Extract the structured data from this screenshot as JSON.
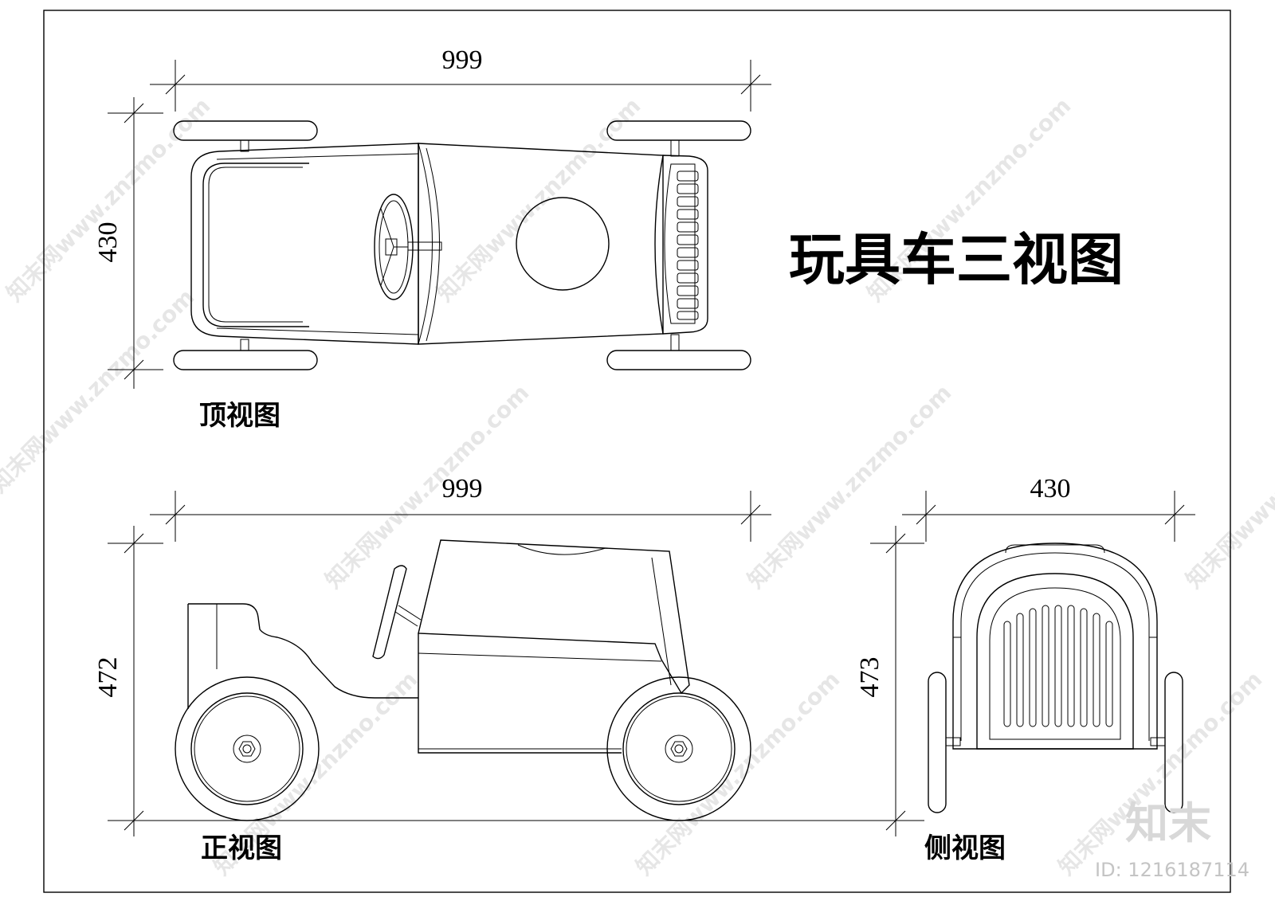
{
  "title": "玩具车三视图",
  "views": {
    "top": {
      "label": "顶视图",
      "width_dim": "999",
      "height_dim": "430"
    },
    "front": {
      "label": "正视图",
      "width_dim": "999",
      "height_dim": "472"
    },
    "side": {
      "label": "侧视图",
      "width_dim": "430",
      "height_dim": "473"
    }
  },
  "watermark": {
    "site": "知末网www.znzmo.com",
    "brand": "知末",
    "id": "ID: 1216187114"
  }
}
